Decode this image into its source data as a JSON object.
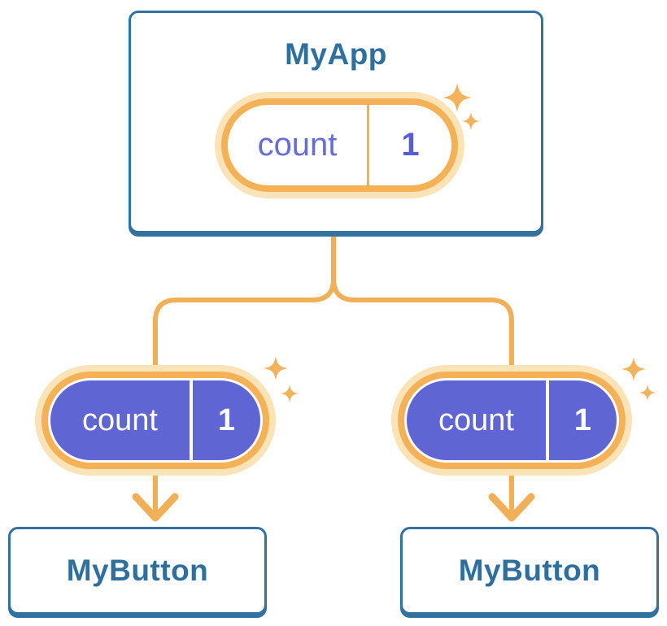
{
  "colors": {
    "blue": "#33719F",
    "blueText": "#2F6F9E",
    "orange": "#F5B156",
    "orangeLine": "#F1AF58",
    "halo": "#FBE3B8",
    "purple": "#5F66D4",
    "purpleText": "#666DD9",
    "purpleValue": "#575ED4"
  },
  "root": {
    "title": "MyApp",
    "state": {
      "name": "count",
      "value": "1"
    }
  },
  "children": [
    {
      "title": "MyButton",
      "prop": {
        "name": "count",
        "value": "1"
      }
    },
    {
      "title": "MyButton",
      "prop": {
        "name": "count",
        "value": "1"
      }
    }
  ]
}
